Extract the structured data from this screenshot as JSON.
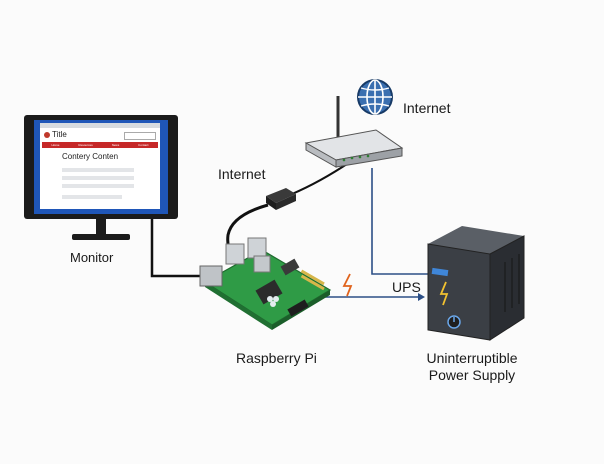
{
  "labels": {
    "monitor": "Monitor",
    "internet_router": "Internet",
    "internet_cable": "Internet",
    "ups_short": "UPS",
    "raspberry_pi": "Raspberry Pi",
    "ups_line1": "Uninterruptible",
    "ups_line2": "Power Supply"
  },
  "screen": {
    "title": "Title",
    "content": "Contery Conten",
    "nav_items": [
      "Home",
      "Resources",
      "News",
      "Contact"
    ]
  },
  "colors": {
    "line_power": "#2c4f86",
    "line_cable": "#111111",
    "spark": "#e0631c",
    "pcb": "#2f9b46",
    "screen_blue": "#1f56b8"
  },
  "icons": {
    "globe": "globe-icon",
    "router": "router-icon",
    "lightning": "lightning-icon"
  }
}
